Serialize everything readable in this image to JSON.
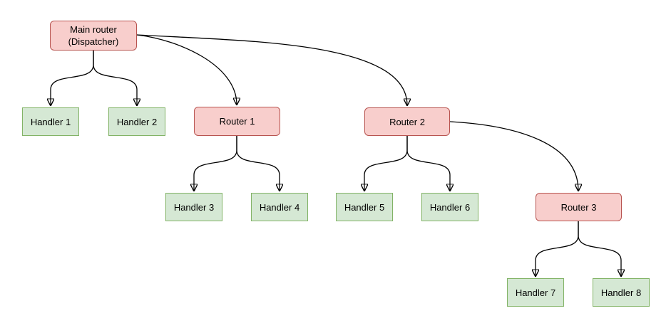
{
  "colors": {
    "background": "#ffffff",
    "router_fill": "#f8cecc",
    "router_stroke": "#b85450",
    "handler_fill": "#d5e8d4",
    "handler_stroke": "#82b366",
    "edge_stroke": "#000000",
    "text": "#000000"
  },
  "nodes": {
    "main": {
      "label": "Main router\n(Dispatcher)",
      "type": "router"
    },
    "handler1": {
      "label": "Handler 1",
      "type": "handler"
    },
    "handler2": {
      "label": "Handler 2",
      "type": "handler"
    },
    "router1": {
      "label": "Router 1",
      "type": "router"
    },
    "router2": {
      "label": "Router 2",
      "type": "router"
    },
    "handler3": {
      "label": "Handler 3",
      "type": "handler"
    },
    "handler4": {
      "label": "Handler 4",
      "type": "handler"
    },
    "handler5": {
      "label": "Handler 5",
      "type": "handler"
    },
    "handler6": {
      "label": "Handler 6",
      "type": "handler"
    },
    "router3": {
      "label": "Router 3",
      "type": "router"
    },
    "handler7": {
      "label": "Handler 7",
      "type": "handler"
    },
    "handler8": {
      "label": "Handler 8",
      "type": "handler"
    }
  },
  "edges": [
    {
      "from": "Main router (Dispatcher)",
      "to": "Handler 1"
    },
    {
      "from": "Main router (Dispatcher)",
      "to": "Handler 2"
    },
    {
      "from": "Main router (Dispatcher)",
      "to": "Router 1"
    },
    {
      "from": "Main router (Dispatcher)",
      "to": "Router 2"
    },
    {
      "from": "Router 1",
      "to": "Handler 3"
    },
    {
      "from": "Router 1",
      "to": "Handler 4"
    },
    {
      "from": "Router 2",
      "to": "Handler 5"
    },
    {
      "from": "Router 2",
      "to": "Handler 6"
    },
    {
      "from": "Router 2",
      "to": "Router 3"
    },
    {
      "from": "Router 3",
      "to": "Handler 7"
    },
    {
      "from": "Router 3",
      "to": "Handler 8"
    }
  ]
}
